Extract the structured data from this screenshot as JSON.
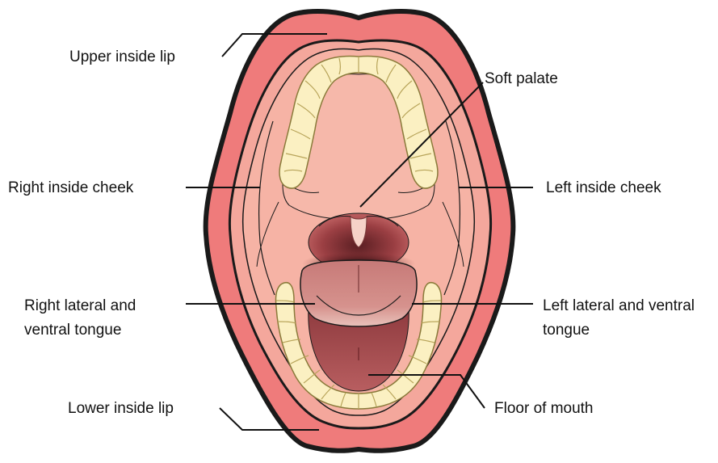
{
  "labels": {
    "upper_inside_lip": "Upper inside lip",
    "soft_palate": "Soft palate",
    "right_inside_cheek": "Right inside cheek",
    "left_inside_cheek": "Left inside cheek",
    "right_lateral_ventral_tongue_line1": "Right lateral and",
    "right_lateral_ventral_tongue_line2": "ventral tongue",
    "left_lateral_ventral_tongue_line1": "Left lateral and ventral",
    "left_lateral_ventral_tongue_line2": "tongue",
    "lower_inside_lip": "Lower inside lip",
    "floor_of_mouth": "Floor of mouth"
  },
  "colors": {
    "lip_outer": "#ef7b7b",
    "lip_band": "#f4a79c",
    "mucosa": "#f6b3a5",
    "palate": "#f6b8aa",
    "teeth": "#fbf0c2",
    "teeth_outline": "#c9b56b",
    "throat": "#a84a4a",
    "uvula": "#f6d2c8",
    "tongue": "#c97a7a",
    "floor": "#a94e52",
    "outline": "#1a1a1a"
  }
}
